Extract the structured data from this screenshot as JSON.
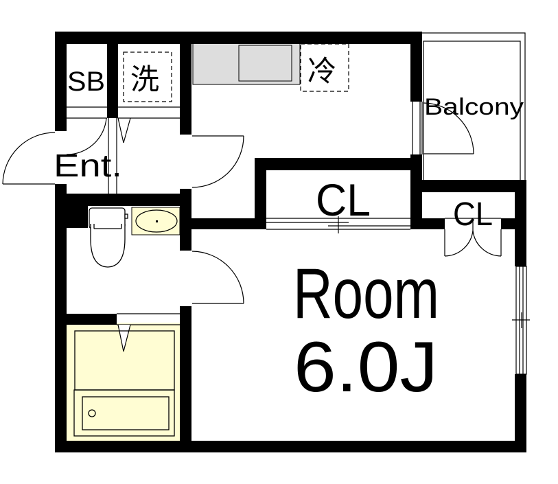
{
  "floorplan": {
    "colors": {
      "wall": "#000000",
      "background": "#ffffff",
      "kitchen_counter": "#dddddd",
      "wet_area": "#fffdd3",
      "line": "#000000"
    },
    "labels": {
      "shoe_box": "SB",
      "washer": "洗",
      "fridge": "冷",
      "balcony": "Balcony",
      "entrance": "Ent.",
      "closet_main": "CL",
      "closet_small": "CL",
      "room_name": "Room",
      "room_size": "6.0J"
    },
    "rooms": [
      {
        "id": "entrance",
        "label": "Ent."
      },
      {
        "id": "kitchen",
        "label": ""
      },
      {
        "id": "toilet_wash",
        "label": ""
      },
      {
        "id": "bath",
        "label": ""
      },
      {
        "id": "closet_main",
        "label": "CL"
      },
      {
        "id": "closet_small",
        "label": "CL"
      },
      {
        "id": "main_room",
        "label": "Room 6.0J"
      },
      {
        "id": "balcony",
        "label": "Balcony"
      }
    ],
    "fixtures": [
      "kitchen-sink",
      "toilet",
      "washbasin",
      "bathtub",
      "washer-space",
      "fridge-space",
      "shoe-box"
    ]
  }
}
